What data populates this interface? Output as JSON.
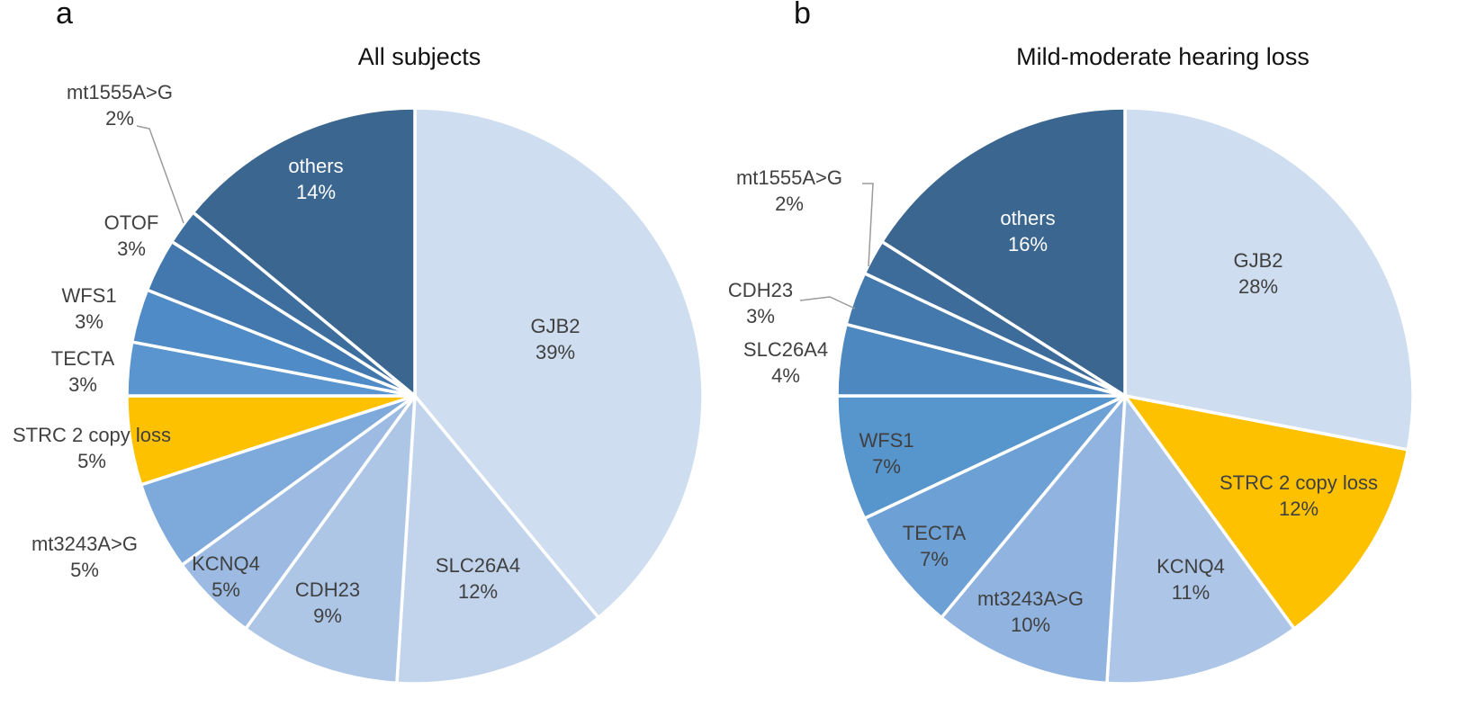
{
  "chart_data": [
    {
      "type": "pie",
      "panel": "a",
      "title": "All subjects",
      "slices": [
        {
          "label": "GJB2",
          "value": 39,
          "display": "39%",
          "color": "#ceddef"
        },
        {
          "label": "SLC26A4",
          "value": 12,
          "display": "12%",
          "color": "#c1d4ec"
        },
        {
          "label": "CDH23",
          "value": 9,
          "display": "9%",
          "color": "#aec6e6"
        },
        {
          "label": "KCNQ4",
          "value": 5,
          "display": "5%",
          "color": "#9dbbe2"
        },
        {
          "label": "mt3243A>G",
          "value": 5,
          "display": "5%",
          "color": "#7ea9db"
        },
        {
          "label": "STRC 2 copy loss",
          "value": 5,
          "display": "5%",
          "color": "#fdc100"
        },
        {
          "label": "TECTA",
          "value": 3,
          "display": "3%",
          "color": "#5a95cf"
        },
        {
          "label": "WFS1",
          "value": 3,
          "display": "3%",
          "color": "#4f8bc6"
        },
        {
          "label": "OTOF",
          "value": 3,
          "display": "3%",
          "color": "#4378ae"
        },
        {
          "label": "mt1555A>G",
          "value": 2,
          "display": "2%",
          "color": "#3e6e9d"
        },
        {
          "label": "others",
          "value": 14,
          "display": "14%",
          "color": "#3a6690"
        }
      ]
    },
    {
      "type": "pie",
      "panel": "b",
      "title": "Mild-moderate hearing loss",
      "slices": [
        {
          "label": "GJB2",
          "value": 28,
          "display": "28%",
          "color": "#ceddef"
        },
        {
          "label": "STRC 2 copy loss",
          "value": 12,
          "display": "12%",
          "color": "#fdc100"
        },
        {
          "label": "KCNQ4",
          "value": 11,
          "display": "11%",
          "color": "#adc5e7"
        },
        {
          "label": "mt3243A>G",
          "value": 10,
          "display": "10%",
          "color": "#90b4df"
        },
        {
          "label": "TECTA",
          "value": 7,
          "display": "7%",
          "color": "#6da1d6"
        },
        {
          "label": "WFS1",
          "value": 7,
          "display": "7%",
          "color": "#5795cd"
        },
        {
          "label": "SLC26A4",
          "value": 4,
          "display": "4%",
          "color": "#4e88c0"
        },
        {
          "label": "CDH23",
          "value": 3,
          "display": "3%",
          "color": "#4479ad"
        },
        {
          "label": "mt1555A>G",
          "value": 2,
          "display": "2%",
          "color": "#3d6c9a"
        },
        {
          "label": "others",
          "value": 16,
          "display": "16%",
          "color": "#3a6690"
        }
      ]
    }
  ]
}
